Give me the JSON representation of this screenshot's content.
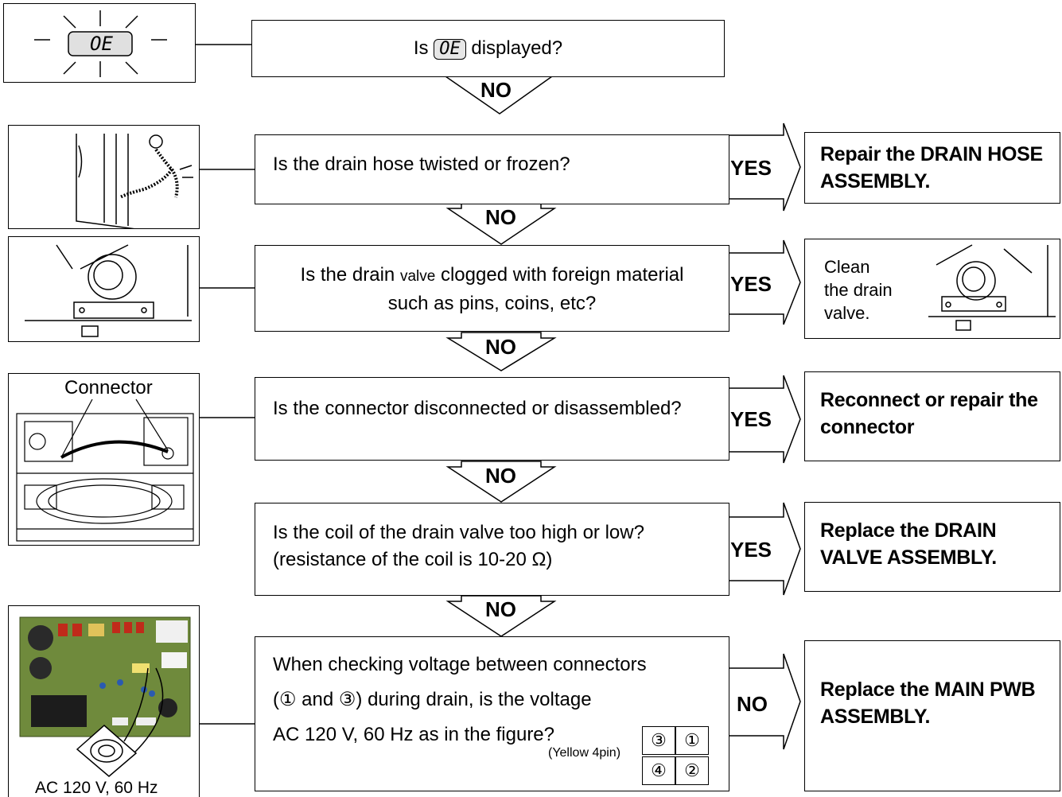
{
  "display_code": "OE",
  "q1": {
    "pre": "Is",
    "post": "displayed?"
  },
  "no_label": "NO",
  "yes_label": "YES",
  "q2": {
    "text": "Is the drain hose twisted or frozen?",
    "result": "Repair the DRAIN HOSE ASSEMBLY."
  },
  "q3": {
    "line1a": "Is the drain",
    "line1b": "valve",
    "line1c": "clogged with foreign material",
    "line2": "such as pins, coins, etc?",
    "result_l1": "Clean",
    "result_l2": "the drain",
    "result_l3": "valve."
  },
  "q4": {
    "text": "Is the connector disconnected or disassembled?",
    "result": "Reconnect or repair the connector",
    "image_label": "Connector"
  },
  "q5": {
    "line1": "Is the coil of the drain valve too high or low?",
    "line2": "(resistance of the coil is 10-20 Ω)",
    "result": "Replace the DRAIN VALVE ASSEMBLY."
  },
  "q6": {
    "line1": "When checking voltage between connectors",
    "line2": "(① and ③) during drain, is the voltage",
    "line3": "AC 120 V,  60 Hz as in the figure?",
    "pin_note": "(Yellow 4pin)",
    "pins": [
      "③",
      "①",
      "④",
      "②"
    ],
    "result": "Replace the MAIN PWB ASSEMBLY.",
    "image_caption": "AC 120 V, 60 Hz"
  }
}
